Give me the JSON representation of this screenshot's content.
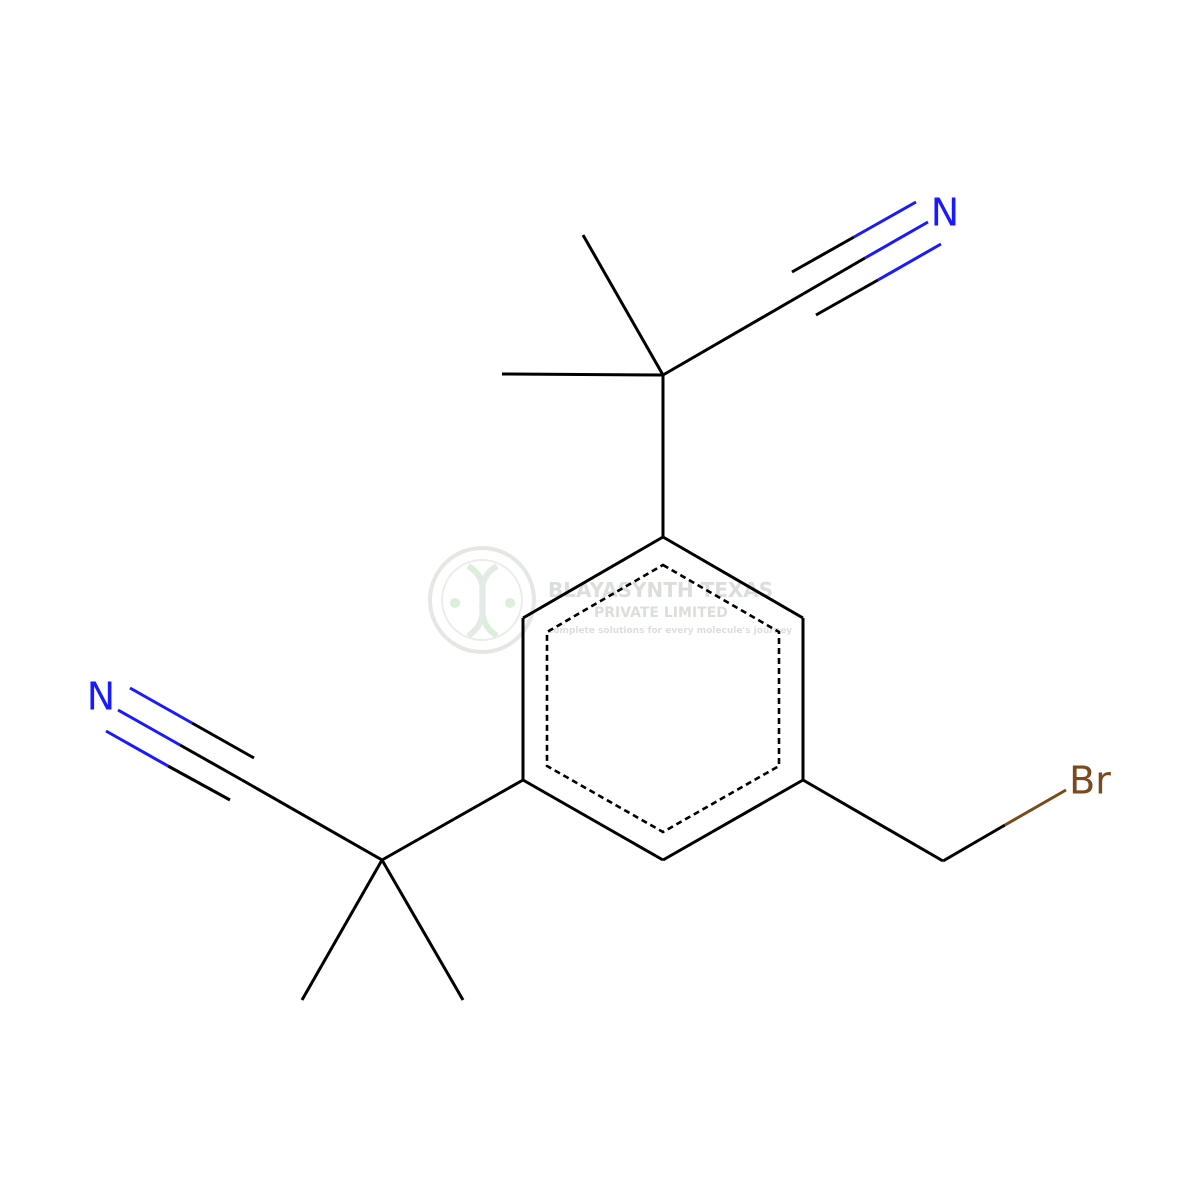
{
  "molecule": {
    "atoms": {
      "n_top": "N",
      "n_left": "N",
      "br": "Br"
    },
    "colors": {
      "bond": "#000000",
      "nitrogen": "#1a1aff",
      "bromine": "#7a4a1c"
    }
  },
  "watermark": {
    "company": "BLAYASYNTH TEXAS",
    "line2": "PRIVATE LIMITED",
    "tagline": "complete solutions for every molecule's journey"
  }
}
